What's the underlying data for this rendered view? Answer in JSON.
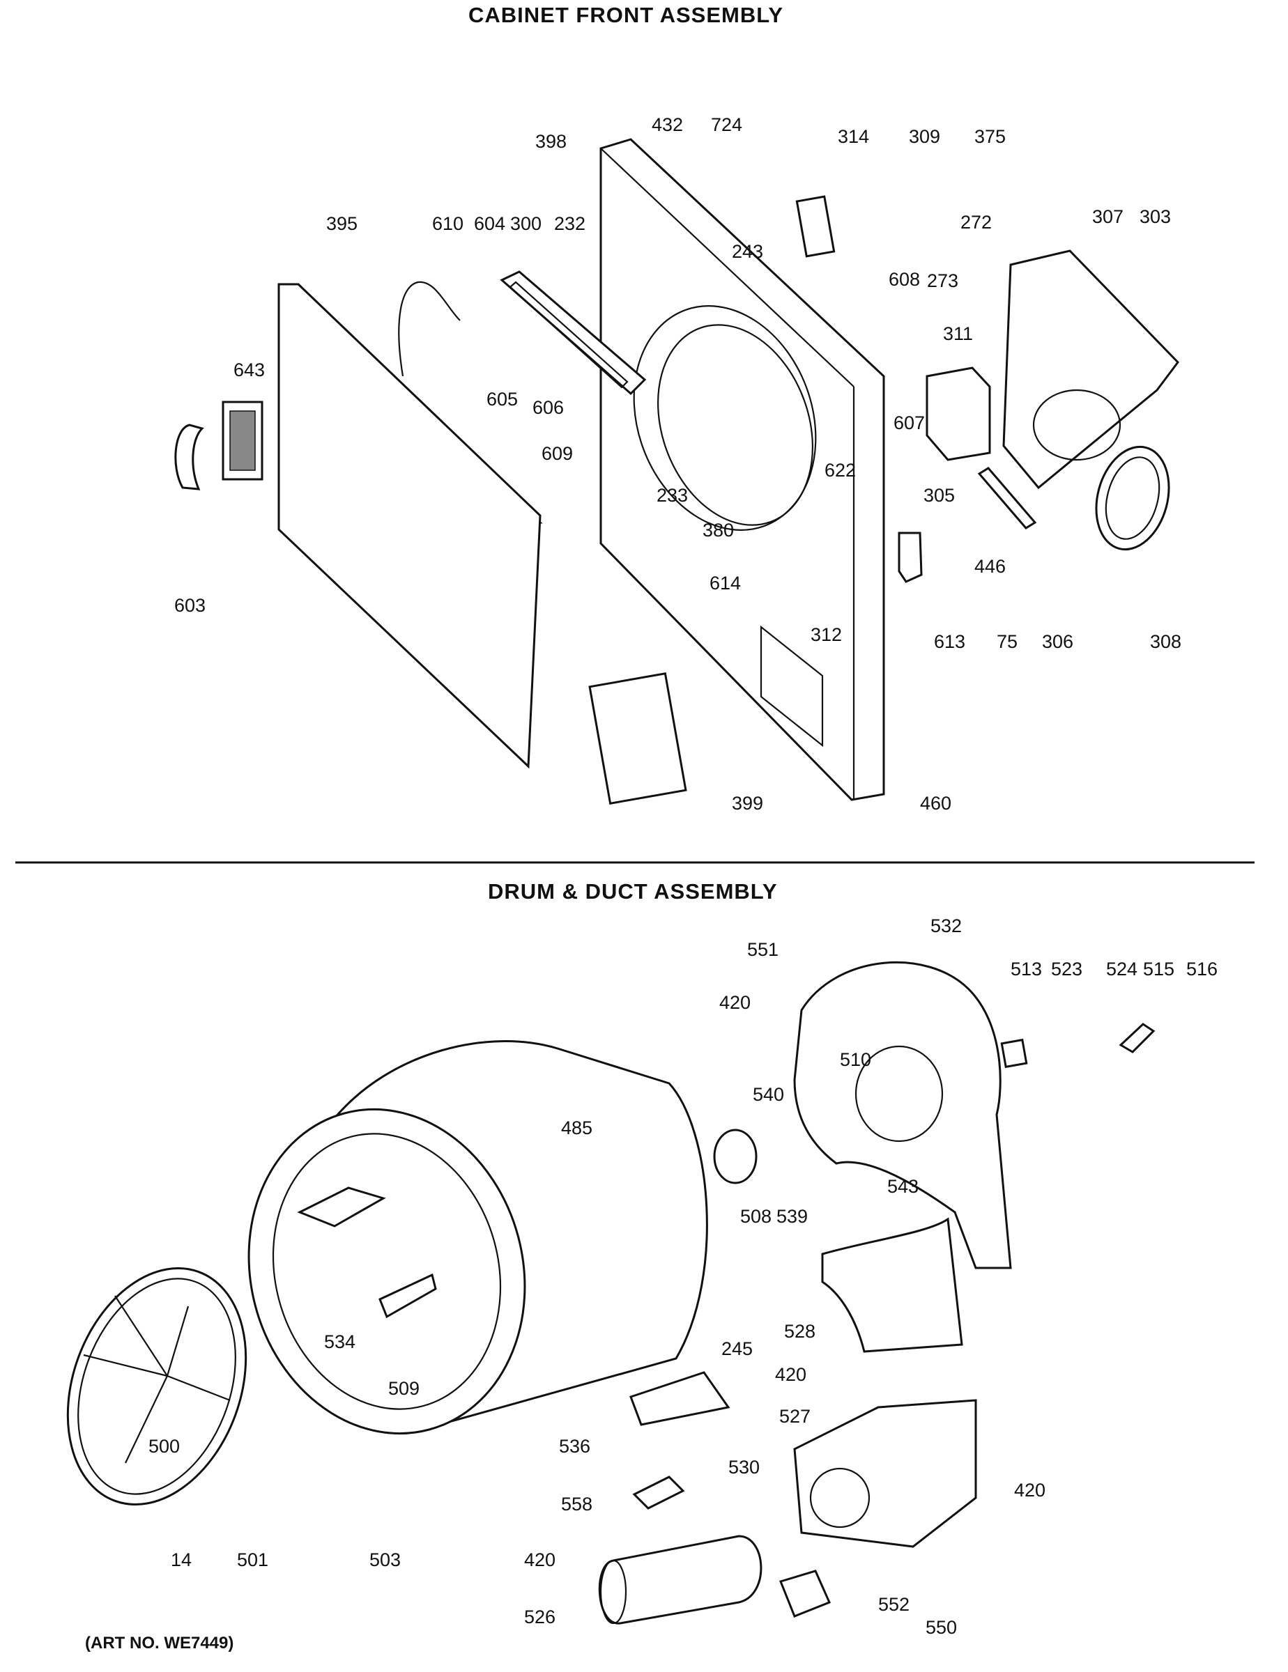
{
  "titles": {
    "cabinet": "CABINET FRONT ASSEMBLY",
    "drum": "DRUM & DUCT ASSEMBLY"
  },
  "art_no": "(ART NO. WE7449)",
  "cabinet_labels": [
    "398",
    "432",
    "724",
    "314",
    "309",
    "375",
    "395",
    "610",
    "604",
    "300",
    "232",
    "243",
    "608",
    "272",
    "307",
    "303",
    "273",
    "311",
    "643",
    "605",
    "606",
    "607",
    "622",
    "233",
    "380",
    "305",
    "609",
    "446",
    "603",
    "614",
    "312",
    "613",
    "75",
    "306",
    "308",
    "399",
    "460"
  ],
  "drum_labels": [
    "532",
    "551",
    "513",
    "523",
    "524",
    "515",
    "516",
    "420",
    "510",
    "540",
    "485",
    "543",
    "508",
    "539",
    "528",
    "245",
    "534",
    "509",
    "500",
    "536",
    "530",
    "558",
    "527",
    "501",
    "14",
    "503",
    "526",
    "552",
    "550"
  ]
}
